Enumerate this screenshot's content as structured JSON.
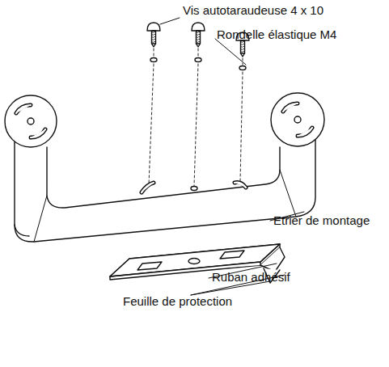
{
  "diagram": {
    "labels": [
      "Vis autotaraudeuse 4 x 10",
      "Rondelle élastique M4",
      "Etrier de montage",
      "Ruban adhésif",
      "Feuille de protection"
    ]
  }
}
